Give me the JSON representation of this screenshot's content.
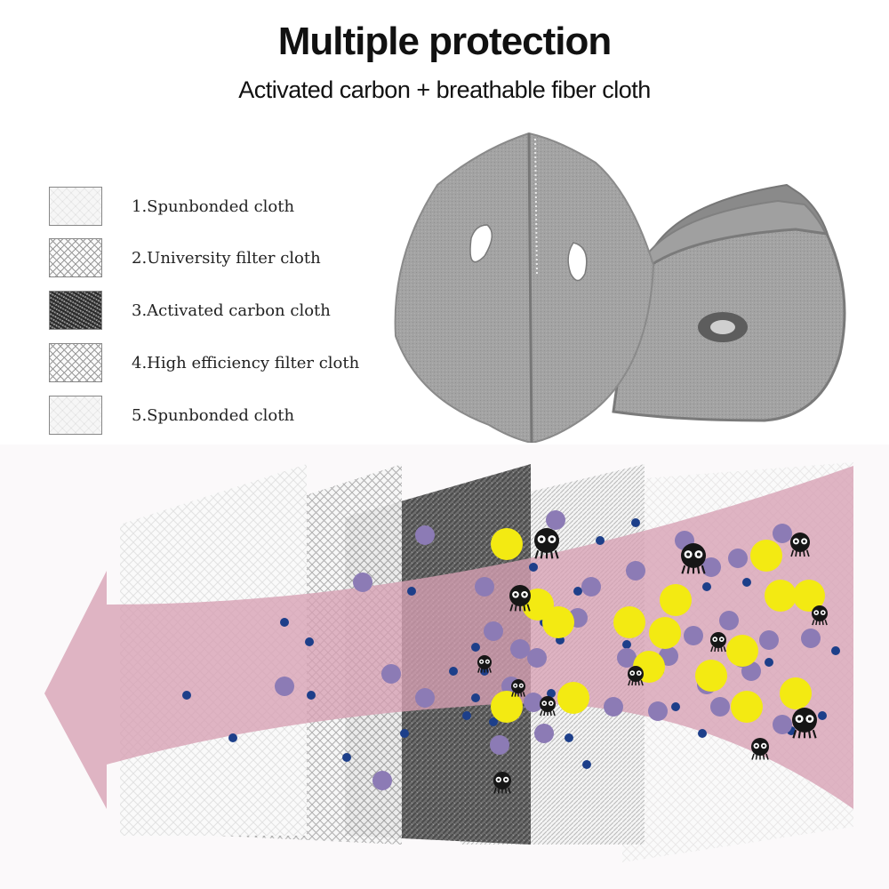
{
  "header": {
    "title": "Multiple protection",
    "subtitle": "Activated carbon + breathable fiber cloth"
  },
  "legend": {
    "items": [
      {
        "label": "1.Spunbonded cloth"
      },
      {
        "label": "2.University filter cloth"
      },
      {
        "label": "3.Activated carbon cloth"
      },
      {
        "label": "4.High efficiency filter cloth"
      },
      {
        "label": "5.Spunbonded cloth"
      }
    ]
  },
  "colors": {
    "arrow": "#d7a0b3",
    "particle_purple": "#8c7bb5",
    "particle_yellow": "#f3ea12",
    "particle_blue": "#1d3f8a",
    "mask_gray": "#9d9d9d"
  }
}
